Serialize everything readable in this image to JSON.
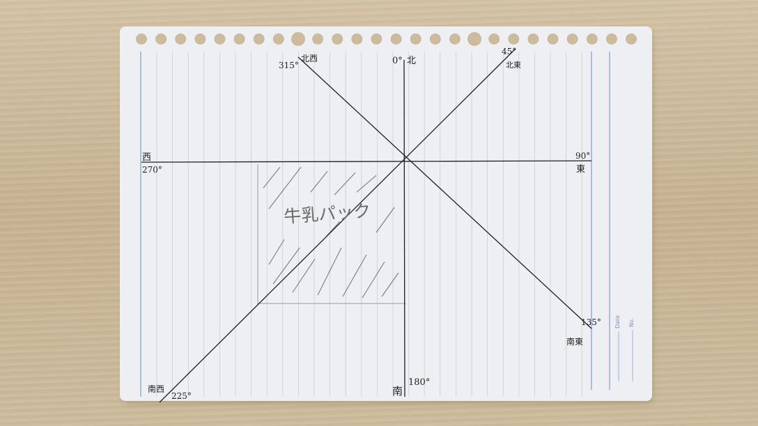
{
  "paper": {
    "holes": 26,
    "colors": {
      "paper": "#eeeff2",
      "rule_line": "#c9cdd6",
      "margin_line": "#8aa0d0",
      "ink": "#1e1e1e",
      "pencil": "#6a6a6a"
    }
  },
  "compass": {
    "north": {
      "kanji": "北",
      "degrees": "0°"
    },
    "northeast": {
      "kanji": "北東",
      "degrees": "45°"
    },
    "east": {
      "kanji": "東",
      "degrees": "90°"
    },
    "southeast": {
      "kanji": "南東",
      "degrees": "135°"
    },
    "south": {
      "kanji": "南",
      "degrees": "180°"
    },
    "southwest": {
      "kanji": "南西",
      "degrees": "225°"
    },
    "west": {
      "kanji": "西",
      "degrees": "270°"
    },
    "northwest": {
      "kanji": "北西",
      "degrees": "315°"
    }
  },
  "pencil_note": "牛乳パック",
  "footer": {
    "date_label": "Date",
    "no_label": "No."
  }
}
